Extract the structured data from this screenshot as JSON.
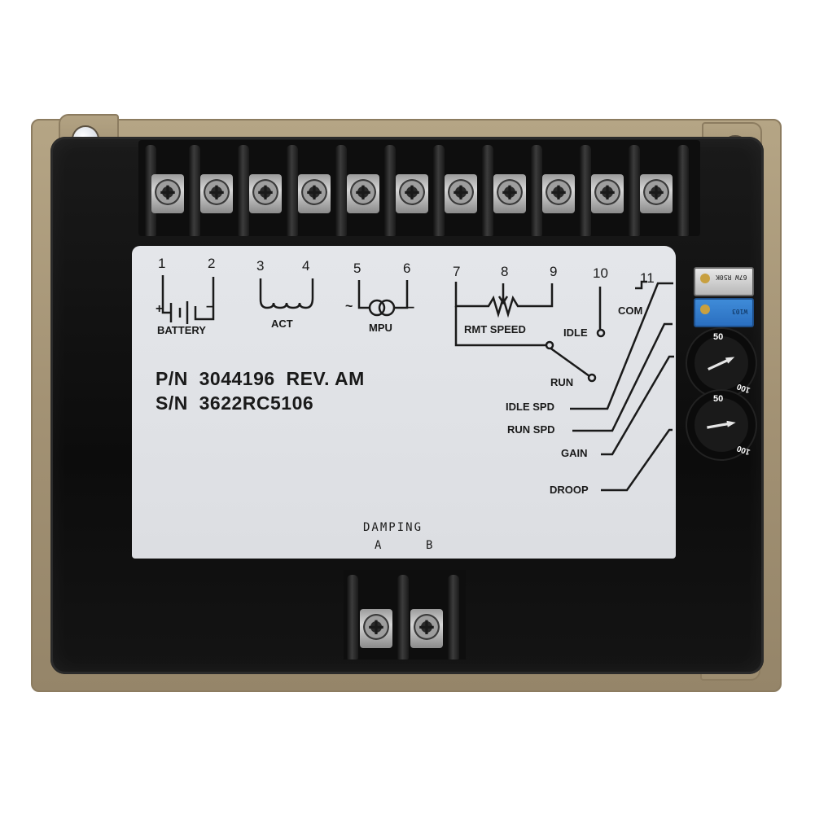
{
  "product": {
    "part_number_label": "P/N",
    "part_number": "3044196",
    "revision": "REV. AM",
    "serial_label": "S/N",
    "serial_number": "3622RC5106",
    "colors": {
      "frame": "#a8977a",
      "housing": "#111111",
      "label": "#e2e4e8",
      "blue_pot": "#3a84d2"
    }
  },
  "terminals": {
    "top_count": 11,
    "numbers": [
      "1",
      "2",
      "3",
      "4",
      "5",
      "6",
      "7",
      "8",
      "9",
      "10",
      "11"
    ]
  },
  "label": {
    "battery": "BATTERY",
    "battery_plus": "+",
    "battery_minus": "−",
    "act": "ACT",
    "mpu": "MPU",
    "mpu_tilde": "~",
    "mpu_minus": "−",
    "rmt_speed": "RMT SPEED",
    "idle": "IDLE",
    "com": "COM",
    "run": "RUN",
    "idle_spd": "IDLE SPD",
    "run_spd": "RUN SPD",
    "gain": "GAIN",
    "droop": "DROOP"
  },
  "damping": {
    "title": "DAMPING",
    "a": "A",
    "b": "B",
    "terminal_count": 2
  },
  "pots": {
    "white_pot_text": "67W R50K",
    "blue_pot_text": "W103",
    "dial1": {
      "label_50": "50",
      "label_100": "100"
    },
    "dial2": {
      "label_50": "50",
      "label_100": "100"
    }
  }
}
